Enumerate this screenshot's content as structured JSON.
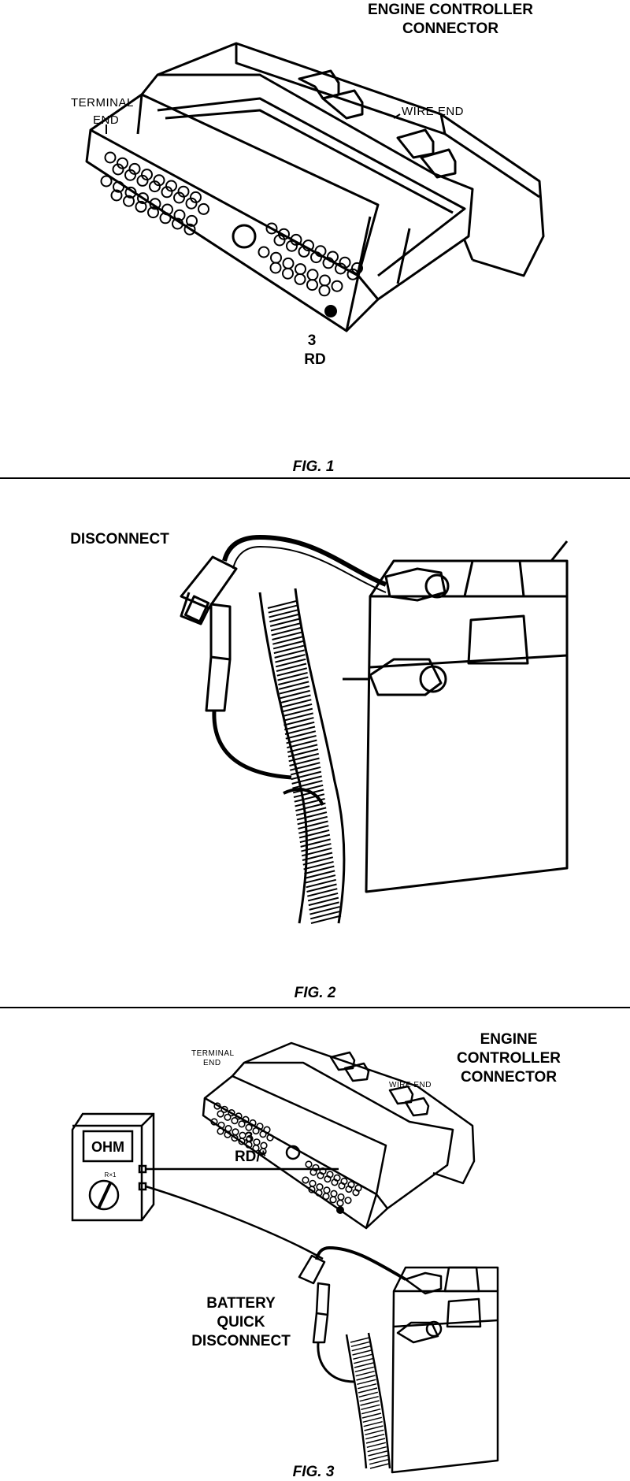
{
  "fig1": {
    "title_line1": "ENGINE CONTROLLER",
    "title_line2": "CONNECTOR",
    "terminal_end_line1": "TERMINAL",
    "terminal_end_line2": "END",
    "wire_end": "WIRE END",
    "pin_number": "3",
    "pin_color": "RD",
    "caption": "FIG. 1"
  },
  "fig2": {
    "disconnect": "DISCONNECT",
    "caption": "FIG. 2"
  },
  "fig3": {
    "title_line1": "ENGINE",
    "title_line2": "CONTROLLER",
    "title_line3": "CONNECTOR",
    "terminal_end_line1": "TERMINAL",
    "terminal_end_line2": "END",
    "wire_end": "WIRE END",
    "pin_number": "3",
    "pin_color": "RD/*",
    "meter_display": "OHM",
    "meter_range": "R×1",
    "battery_line1": "BATTERY",
    "battery_line2": "QUICK",
    "battery_line3": "DISCONNECT",
    "caption": "FIG. 3"
  },
  "colors": {
    "ink": "#000000",
    "paper": "#ffffff"
  }
}
